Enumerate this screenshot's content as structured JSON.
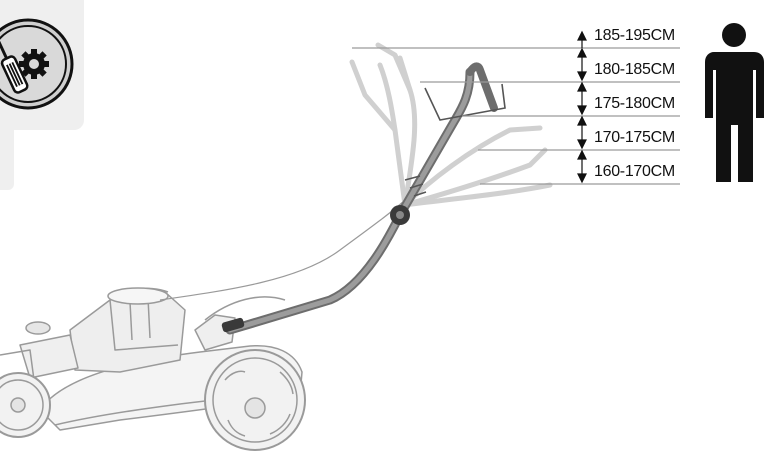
{
  "height_ranges": [
    {
      "label": "185-195CM"
    },
    {
      "label": "180-185CM"
    },
    {
      "label": "175-180CM"
    },
    {
      "label": "170-175CM"
    },
    {
      "label": "160-170CM"
    }
  ],
  "icons": {
    "badge": "tools-gear-icon",
    "person": "person-silhouette-icon",
    "machine": "lawn-mower-illustration"
  },
  "colors": {
    "badge_background": "#efefef",
    "handle_active": "#7a7a7a",
    "handle_ghost": "#cfcfcf",
    "mower_outline": "#9a9a9a",
    "text": "#111111"
  }
}
